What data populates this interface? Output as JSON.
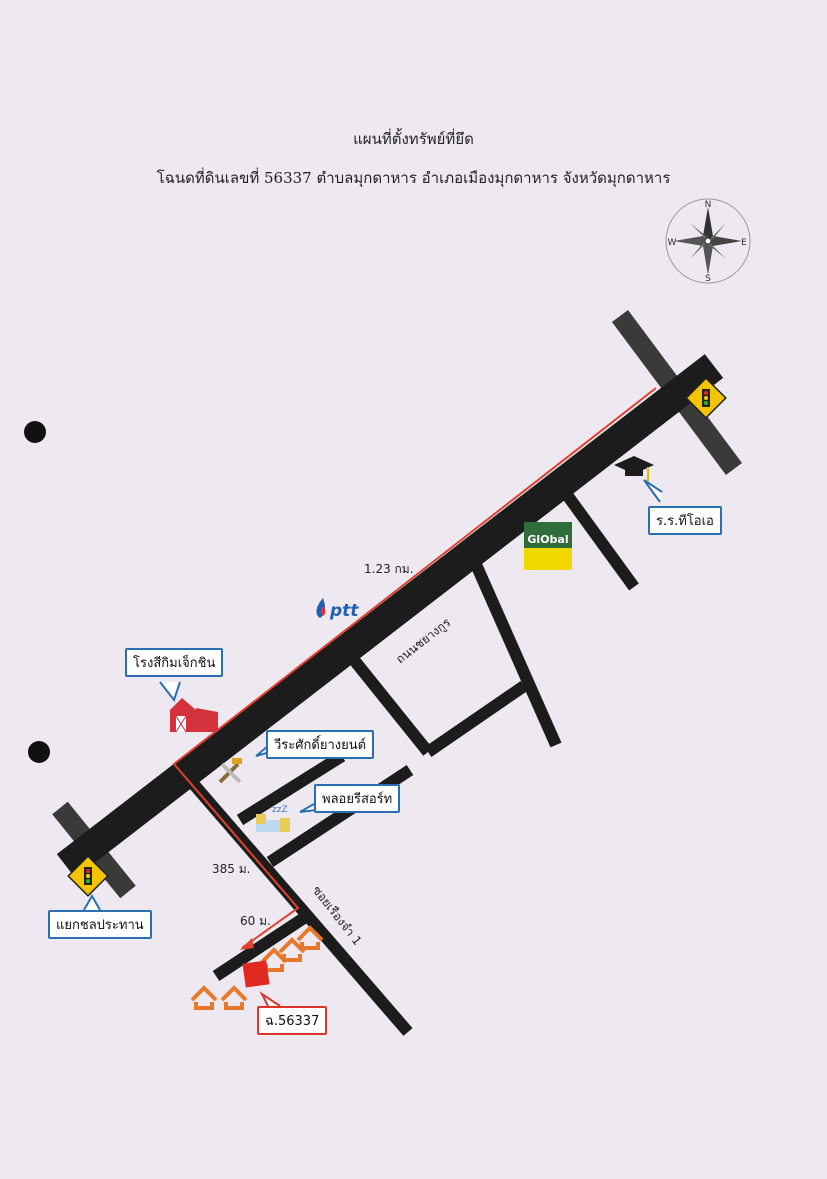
{
  "document": {
    "title": "แผนที่ตั้งทรัพย์ที่ยึด",
    "subtitle": "โฉนดที่ดินเลขที่ 56337 ตำบลมุกดาหาร อำเภอเมืองมุกดาหาร จังหวัดมุกดาหาร"
  },
  "compass": {
    "n": "N",
    "s": "S",
    "e": "E",
    "w": "W"
  },
  "landmarks": {
    "school": "ร.ร.ทีโอเอ",
    "ice_factory": "โรงสีกิมเจ็กชิน",
    "garage": "วีระศักดิ์ยางยนต์",
    "resort": "พลอยรีสอร์ท",
    "junction": "แยกชลประทาน",
    "parcel": "ฉ.56337",
    "ptt": "ptt",
    "global": "GlObal"
  },
  "roads": {
    "main_road": "ถนนชยางกูร",
    "soi": "ซอยเรืองจำ 1"
  },
  "distances": {
    "main": "1.23 กม.",
    "soi_in": "385 ม.",
    "last": "60 ม."
  },
  "colors": {
    "road": "#1c1c1c",
    "cross_road": "#3a3a3a",
    "route": "#e0402e",
    "callout_blue": "#2a6fb0",
    "parcel_red": "#e02a1f",
    "house_orange": "#e8792c",
    "traffic_sign": "#f5c400"
  }
}
